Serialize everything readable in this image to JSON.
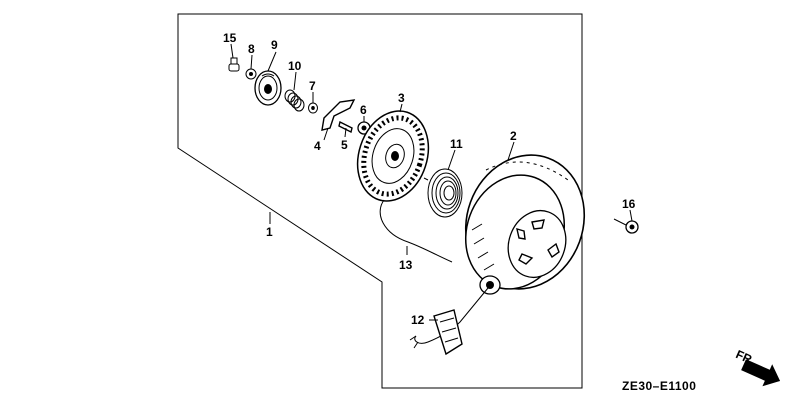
{
  "callouts": {
    "c1": "1",
    "c2": "2",
    "c3": "3",
    "c4": "4",
    "c5": "5",
    "c6": "6",
    "c7": "7",
    "c8": "8",
    "c9": "9",
    "c10": "10",
    "c11": "11",
    "c12": "12",
    "c13": "13",
    "c15": "15",
    "c16": "16"
  },
  "diagram_code": "ZE30–E1100",
  "direction_label": "FR."
}
